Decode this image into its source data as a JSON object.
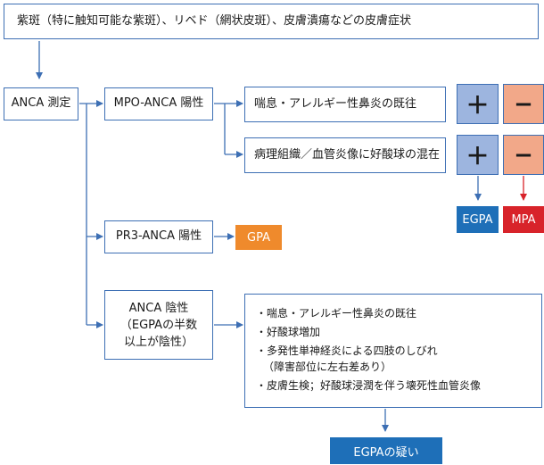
{
  "symptoms": "紫斑（特に触知可能な紫斑）、リベド（網状皮斑）、皮膚潰瘍などの皮膚症状",
  "anca_test": "ANCA 測定",
  "mpo_positive": "MPO-ANCA 陽性",
  "pr3_positive": "PR3-ANCA 陽性",
  "anca_negative": {
    "line1": "ANCA 陰性",
    "line2": "（EGPAの半数",
    "line3": "以上が陰性）"
  },
  "criteria": {
    "asthma": "喘息・アレルギー性鼻炎の既往",
    "pathology": "病理組織／血管炎像に好酸球の混在"
  },
  "plus_sign": "＋",
  "minus_sign": "−",
  "results": {
    "egpa": "EGPA",
    "mpa": "MPA",
    "gpa": "GPA",
    "egpa_suspected": "EGPAの疑い"
  },
  "negative_list": [
    "・喘息・アレルギー性鼻炎の既往",
    "・好酸球増加",
    "・多発性単神経炎による四肢のしびれ",
    "（障害部位に左右差あり）",
    "・皮膚生検；好酸球浸潤を伴う壊死性血管炎像"
  ],
  "colors": {
    "border": "#3d6fb4",
    "arrow": "#3d6fb4",
    "plus_fill": "#9db5df",
    "minus_fill": "#f2a889",
    "egpa_fill": "#1e6fb8",
    "mpa_fill": "#d8232a",
    "gpa_fill": "#ef8a2c",
    "mpa_arrow": "#d8232a"
  }
}
